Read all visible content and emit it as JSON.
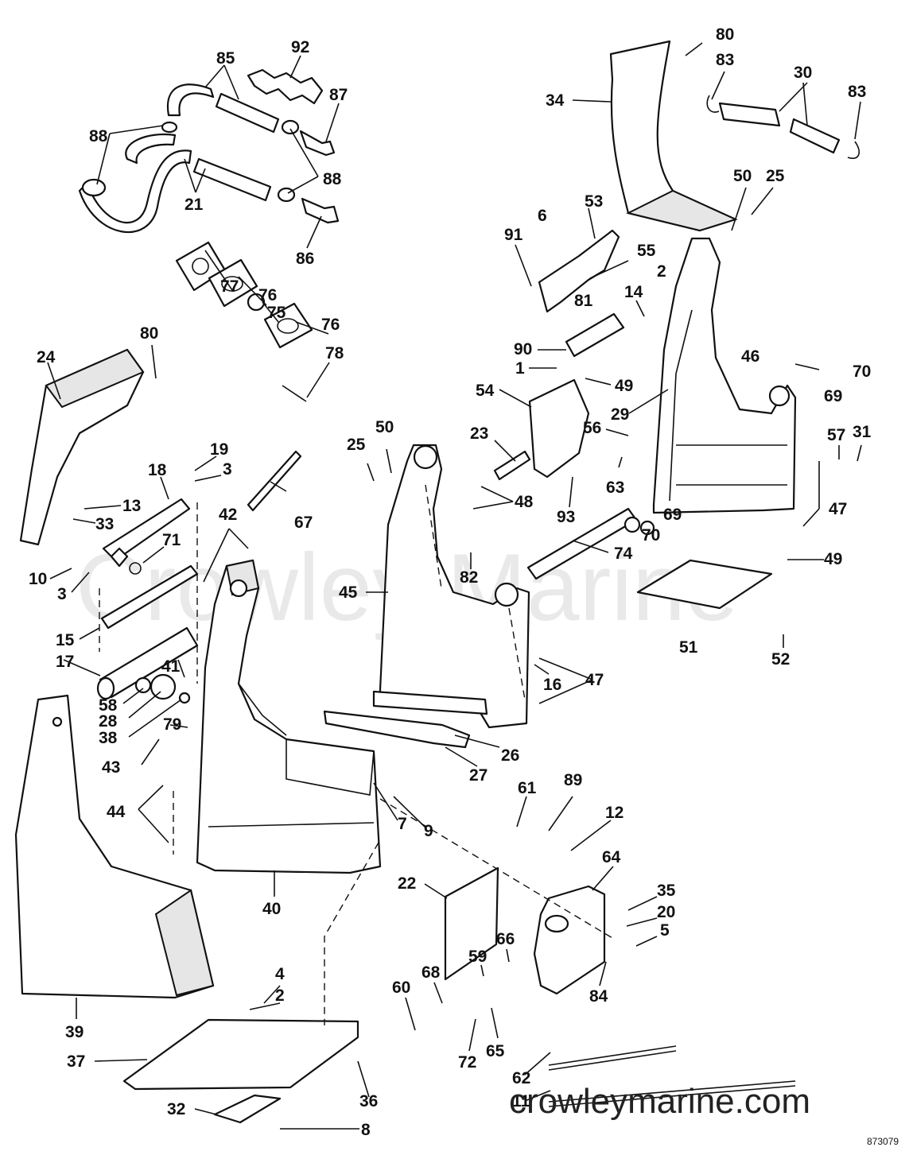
{
  "diagram": {
    "figure_number": "873079",
    "watermark_text": "Crowley Marine",
    "footer_url": "crowleymarine.com",
    "callouts": [
      {
        "id": "80a",
        "label": "80"
      },
      {
        "id": "83a",
        "label": "83"
      },
      {
        "id": "30",
        "label": "30"
      },
      {
        "id": "83b",
        "label": "83"
      },
      {
        "id": "34",
        "label": "34"
      },
      {
        "id": "50a",
        "label": "50"
      },
      {
        "id": "25a",
        "label": "25"
      },
      {
        "id": "6",
        "label": "6"
      },
      {
        "id": "53",
        "label": "53"
      },
      {
        "id": "91",
        "label": "91"
      },
      {
        "id": "55",
        "label": "55"
      },
      {
        "id": "81",
        "label": "81"
      },
      {
        "id": "14",
        "label": "14"
      },
      {
        "id": "2a",
        "label": "2"
      },
      {
        "id": "90",
        "label": "90"
      },
      {
        "id": "1",
        "label": "1"
      },
      {
        "id": "49a",
        "label": "49"
      },
      {
        "id": "46",
        "label": "46"
      },
      {
        "id": "70a",
        "label": "70"
      },
      {
        "id": "69a",
        "label": "69"
      },
      {
        "id": "54",
        "label": "54"
      },
      {
        "id": "29",
        "label": "29"
      },
      {
        "id": "56",
        "label": "56"
      },
      {
        "id": "57",
        "label": "57"
      },
      {
        "id": "31",
        "label": "31"
      },
      {
        "id": "23",
        "label": "23"
      },
      {
        "id": "63",
        "label": "63"
      },
      {
        "id": "48",
        "label": "48"
      },
      {
        "id": "93",
        "label": "93"
      },
      {
        "id": "69b",
        "label": "69"
      },
      {
        "id": "47a",
        "label": "47"
      },
      {
        "id": "70b",
        "label": "70"
      },
      {
        "id": "74",
        "label": "74"
      },
      {
        "id": "49b",
        "label": "49"
      },
      {
        "id": "82",
        "label": "82"
      },
      {
        "id": "51",
        "label": "51"
      },
      {
        "id": "52",
        "label": "52"
      },
      {
        "id": "25b",
        "label": "25"
      },
      {
        "id": "50b",
        "label": "50"
      },
      {
        "id": "45",
        "label": "45"
      },
      {
        "id": "16",
        "label": "16"
      },
      {
        "id": "47b",
        "label": "47"
      },
      {
        "id": "26",
        "label": "26"
      },
      {
        "id": "27",
        "label": "27"
      },
      {
        "id": "92",
        "label": "92"
      },
      {
        "id": "85",
        "label": "85"
      },
      {
        "id": "87",
        "label": "87"
      },
      {
        "id": "88a",
        "label": "88"
      },
      {
        "id": "88b",
        "label": "88"
      },
      {
        "id": "21",
        "label": "21"
      },
      {
        "id": "86",
        "label": "86"
      },
      {
        "id": "77",
        "label": "77"
      },
      {
        "id": "76a",
        "label": "76"
      },
      {
        "id": "75",
        "label": "75"
      },
      {
        "id": "76b",
        "label": "76"
      },
      {
        "id": "78",
        "label": "78"
      },
      {
        "id": "80b",
        "label": "80"
      },
      {
        "id": "24",
        "label": "24"
      },
      {
        "id": "19",
        "label": "19"
      },
      {
        "id": "18",
        "label": "18"
      },
      {
        "id": "3a",
        "label": "3"
      },
      {
        "id": "13",
        "label": "13"
      },
      {
        "id": "33",
        "label": "33"
      },
      {
        "id": "67",
        "label": "67"
      },
      {
        "id": "42",
        "label": "42"
      },
      {
        "id": "71",
        "label": "71"
      },
      {
        "id": "10",
        "label": "10"
      },
      {
        "id": "3b",
        "label": "3"
      },
      {
        "id": "15",
        "label": "15"
      },
      {
        "id": "17",
        "label": "17"
      },
      {
        "id": "41",
        "label": "41"
      },
      {
        "id": "58",
        "label": "58"
      },
      {
        "id": "28",
        "label": "28"
      },
      {
        "id": "38",
        "label": "38"
      },
      {
        "id": "79",
        "label": "79"
      },
      {
        "id": "43",
        "label": "43"
      },
      {
        "id": "44",
        "label": "44"
      },
      {
        "id": "7",
        "label": "7"
      },
      {
        "id": "9",
        "label": "9"
      },
      {
        "id": "40",
        "label": "40"
      },
      {
        "id": "61",
        "label": "61"
      },
      {
        "id": "89",
        "label": "89"
      },
      {
        "id": "12",
        "label": "12"
      },
      {
        "id": "64",
        "label": "64"
      },
      {
        "id": "22",
        "label": "22"
      },
      {
        "id": "35",
        "label": "35"
      },
      {
        "id": "20",
        "label": "20"
      },
      {
        "id": "5",
        "label": "5"
      },
      {
        "id": "59",
        "label": "59"
      },
      {
        "id": "66",
        "label": "66"
      },
      {
        "id": "84",
        "label": "84"
      },
      {
        "id": "68",
        "label": "68"
      },
      {
        "id": "60",
        "label": "60"
      },
      {
        "id": "65",
        "label": "65"
      },
      {
        "id": "72",
        "label": "72"
      },
      {
        "id": "39",
        "label": "39"
      },
      {
        "id": "4",
        "label": "4"
      },
      {
        "id": "2b",
        "label": "2"
      },
      {
        "id": "37",
        "label": "37"
      },
      {
        "id": "36",
        "label": "36"
      },
      {
        "id": "32",
        "label": "32"
      },
      {
        "id": "8",
        "label": "8"
      },
      {
        "id": "62",
        "label": "62"
      },
      {
        "id": "11",
        "label": "11"
      }
    ]
  }
}
